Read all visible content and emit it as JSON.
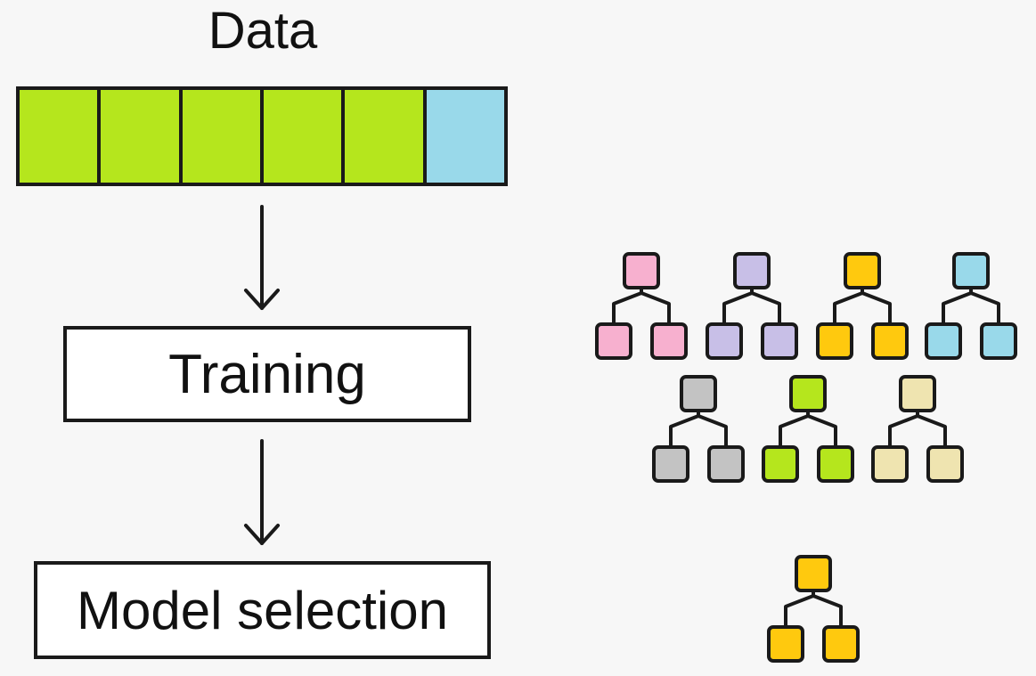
{
  "diagram": {
    "title": "Data",
    "steps": [
      {
        "label": "Training"
      },
      {
        "label": "Model selection"
      }
    ],
    "data_bar": {
      "segments": [
        {
          "color": "#b5e61d"
        },
        {
          "color": "#b5e61d"
        },
        {
          "color": "#b5e61d"
        },
        {
          "color": "#b5e61d"
        },
        {
          "color": "#b5e61d"
        },
        {
          "color": "#99d9ea"
        }
      ]
    },
    "candidate_trees": [
      {
        "color": "#f7b0cf"
      },
      {
        "color": "#c8bfe7"
      },
      {
        "color": "#ffc90e"
      },
      {
        "color": "#99d9ea"
      },
      {
        "color": "#c3c3c3"
      },
      {
        "color": "#b5e61d"
      },
      {
        "color": "#efe4b0"
      }
    ],
    "selected_tree": {
      "color": "#ffc90e"
    },
    "stroke_color": "#1a1a1a"
  }
}
